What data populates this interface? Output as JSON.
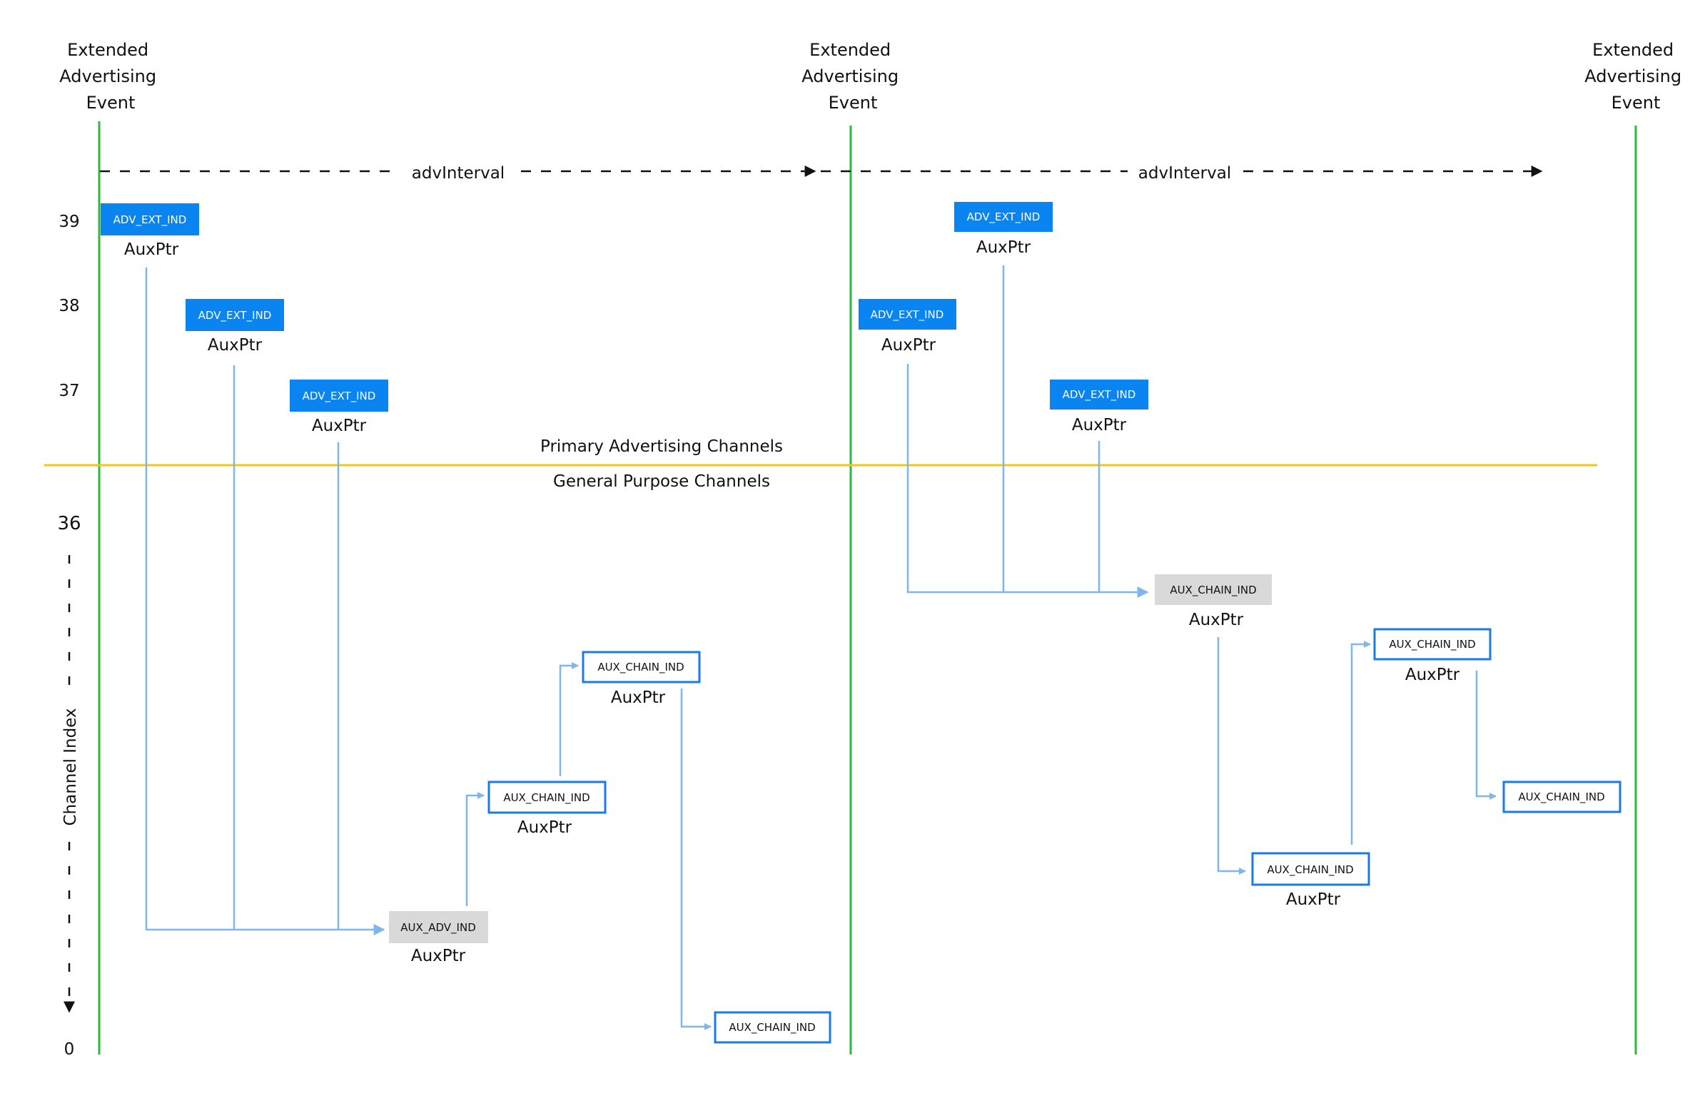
{
  "colors": {
    "event_line": "#2db83d",
    "divider": "#f5c518",
    "connector": "#7fb6ee",
    "pkt_primary_fill": "#0a84f0",
    "pkt_primary_text": "#ffffff",
    "pkt_aux_adv_fill": "#d9d9d9",
    "pkt_chain_border": "#1a7be8",
    "text": "#111111"
  },
  "event_labels": [
    [
      "Extended",
      "Advertising",
      "Event"
    ],
    [
      "Extended",
      "Advertising",
      "Event"
    ],
    [
      "Extended",
      "Advertising",
      "Event"
    ]
  ],
  "interval_labels": [
    "advInterval",
    "advInterval"
  ],
  "channel_ticks": [
    "39",
    "38",
    "37",
    "36",
    "0"
  ],
  "axis_label": "Channel Index",
  "region_labels": {
    "primary": "Primary Advertising Channels",
    "general": "General Purpose Channels"
  },
  "packets": [
    {
      "name": "ADV_EXT_IND",
      "style": "primary",
      "sub": "AuxPtr"
    },
    {
      "name": "ADV_EXT_IND",
      "style": "primary",
      "sub": "AuxPtr"
    },
    {
      "name": "ADV_EXT_IND",
      "style": "primary",
      "sub": "AuxPtr"
    },
    {
      "name": "AUX_ADV_IND",
      "style": "gray",
      "sub": "AuxPtr"
    },
    {
      "name": "AUX_CHAIN_IND",
      "style": "outline",
      "sub": "AuxPtr"
    },
    {
      "name": "AUX_CHAIN_IND",
      "style": "outline",
      "sub": "AuxPtr"
    },
    {
      "name": "AUX_CHAIN_IND",
      "style": "outline",
      "sub": ""
    },
    {
      "name": "ADV_EXT_IND",
      "style": "primary",
      "sub": "AuxPtr"
    },
    {
      "name": "ADV_EXT_IND",
      "style": "primary",
      "sub": "AuxPtr"
    },
    {
      "name": "ADV_EXT_IND",
      "style": "primary",
      "sub": "AuxPtr"
    },
    {
      "name": "AUX_CHAIN_IND",
      "style": "gray",
      "sub": "AuxPtr"
    },
    {
      "name": "AUX_CHAIN_IND",
      "style": "outline",
      "sub": "AuxPtr"
    },
    {
      "name": "AUX_CHAIN_IND",
      "style": "outline",
      "sub": "AuxPtr"
    },
    {
      "name": "AUX_CHAIN_IND",
      "style": "outline",
      "sub": ""
    }
  ]
}
